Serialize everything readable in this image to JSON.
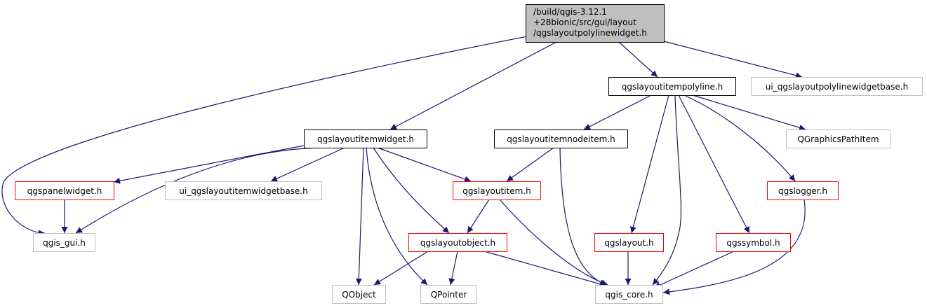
{
  "colors": {
    "edge": "#191970",
    "root_fill": "#bfbfbf",
    "root_border": "#000000",
    "documented_border": "#000000",
    "truncated_border": "#ff0000",
    "external_border": "#bfbfbf",
    "text": "#000000"
  },
  "nodes": {
    "root": {
      "label": "/build/qgis-3.12.1\n+28bionic/src/gui/layout\n/qgslayoutpolylinewidget.h",
      "kind": "root"
    },
    "qgis_gui": {
      "label": "qgis_gui.h",
      "kind": "external"
    },
    "qgslayoutitemwidget": {
      "label": "qgslayoutitemwidget.h",
      "kind": "documented"
    },
    "qgslayoutitempolyline": {
      "label": "qgslayoutitempolyline.h",
      "kind": "documented"
    },
    "ui_polylinewidgetbase": {
      "label": "ui_qgslayoutpolylinewidgetbase.h",
      "kind": "external"
    },
    "qgspanelwidget": {
      "label": "qgspanelwidget.h",
      "kind": "truncated"
    },
    "ui_itemwidgetbase": {
      "label": "ui_qgslayoutitemwidgetbase.h",
      "kind": "external"
    },
    "qgslayoutitem": {
      "label": "qgslayoutitem.h",
      "kind": "truncated"
    },
    "qgslayoutobject": {
      "label": "qgslayoutobject.h",
      "kind": "truncated"
    },
    "qobject": {
      "label": "QObject",
      "kind": "external"
    },
    "qpointer": {
      "label": "QPointer",
      "kind": "external"
    },
    "qgslayoutitemnodeitem": {
      "label": "qgslayoutitemnodeitem.h",
      "kind": "documented"
    },
    "qgis_core": {
      "label": "qgis_core.h",
      "kind": "external"
    },
    "qgslayout": {
      "label": "qgslayout.h",
      "kind": "truncated"
    },
    "qgssymbol": {
      "label": "qgssymbol.h",
      "kind": "truncated"
    },
    "qgslogger": {
      "label": "qgslogger.h",
      "kind": "truncated"
    },
    "qgraphicspathitem": {
      "label": "QGraphicsPathItem",
      "kind": "external"
    }
  },
  "edges": [
    [
      "root",
      "qgis_gui"
    ],
    [
      "root",
      "qgslayoutitemwidget"
    ],
    [
      "root",
      "qgslayoutitempolyline"
    ],
    [
      "root",
      "ui_polylinewidgetbase"
    ],
    [
      "qgslayoutitemwidget",
      "qgis_gui"
    ],
    [
      "qgslayoutitemwidget",
      "qgspanelwidget"
    ],
    [
      "qgslayoutitemwidget",
      "ui_itemwidgetbase"
    ],
    [
      "qgslayoutitemwidget",
      "qgslayoutitem"
    ],
    [
      "qgslayoutitemwidget",
      "qgslayoutobject"
    ],
    [
      "qgslayoutitemwidget",
      "qobject"
    ],
    [
      "qgslayoutitemwidget",
      "qpointer"
    ],
    [
      "qgspanelwidget",
      "qgis_gui"
    ],
    [
      "qgslayoutitem",
      "qgslayoutobject"
    ],
    [
      "qgslayoutitem",
      "qgis_core"
    ],
    [
      "qgslayoutobject",
      "qobject"
    ],
    [
      "qgslayoutobject",
      "qpointer"
    ],
    [
      "qgslayoutobject",
      "qgis_core"
    ],
    [
      "qgslayoutitempolyline",
      "qgslayoutitemnodeitem"
    ],
    [
      "qgslayoutitempolyline",
      "qgraphicspathitem"
    ],
    [
      "qgslayoutitempolyline",
      "qgslayout"
    ],
    [
      "qgslayoutitempolyline",
      "qgis_core"
    ],
    [
      "qgslayoutitempolyline",
      "qgssymbol"
    ],
    [
      "qgslayoutitempolyline",
      "qgslogger"
    ],
    [
      "qgslayoutitemnodeitem",
      "qgslayoutitem"
    ],
    [
      "qgslayoutitemnodeitem",
      "qgis_core"
    ],
    [
      "qgslayout",
      "qgis_core"
    ],
    [
      "qgssymbol",
      "qgis_core"
    ],
    [
      "qgslogger",
      "qgis_core"
    ]
  ]
}
